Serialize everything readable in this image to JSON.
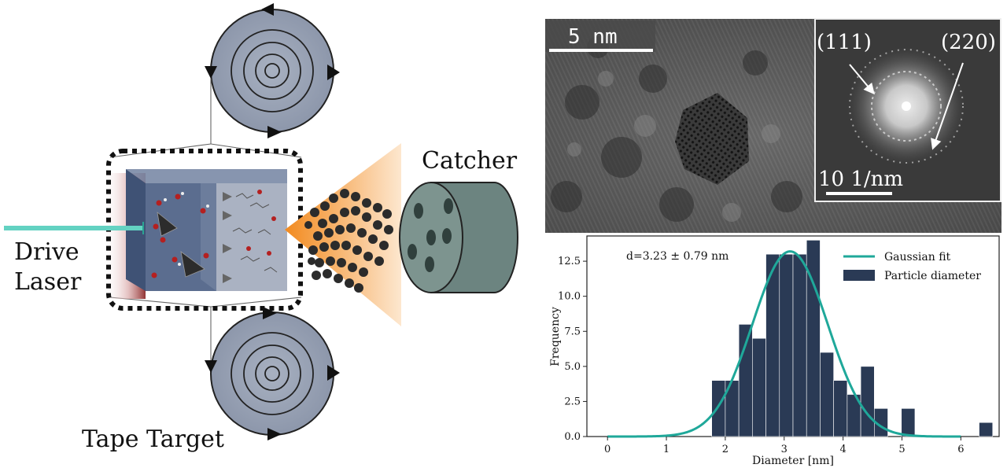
{
  "schematic": {
    "drive_laser_line1": "Drive",
    "drive_laser_line2": "Laser",
    "catcher_label": "Catcher",
    "tape_target_label": "Tape Target"
  },
  "tem": {
    "scale_bar_label": "5 nm",
    "fft_scale_label": "10 1/nm",
    "reflection_a": "(111)",
    "reflection_b": "(220)"
  },
  "chart_data": {
    "type": "bar",
    "xlabel": "Diameter [nm]",
    "ylabel": "Frequency",
    "xlim": [
      -0.35,
      6.65
    ],
    "ylim": [
      0,
      14.3
    ],
    "xticks": [
      "0",
      "1",
      "2",
      "3",
      "4",
      "5",
      "6"
    ],
    "yticks": [
      "0.0",
      "2.5",
      "5.0",
      "7.5",
      "10.0",
      "12.5"
    ],
    "annotation": "d=3.23 ± 0.79 nm",
    "legend_position": "top-right",
    "series": [
      {
        "name": "Particle diameter",
        "kind": "histogram",
        "color": "#2a3a55",
        "bins": [
          {
            "left": 1.77,
            "right": 2.0,
            "value": 4
          },
          {
            "left": 2.0,
            "right": 2.23,
            "value": 4
          },
          {
            "left": 2.23,
            "right": 2.46,
            "value": 8
          },
          {
            "left": 2.46,
            "right": 2.69,
            "value": 7
          },
          {
            "left": 2.69,
            "right": 2.92,
            "value": 13
          },
          {
            "left": 2.92,
            "right": 3.15,
            "value": 13
          },
          {
            "left": 3.15,
            "right": 3.38,
            "value": 13
          },
          {
            "left": 3.38,
            "right": 3.61,
            "value": 14
          },
          {
            "left": 3.61,
            "right": 3.84,
            "value": 6
          },
          {
            "left": 3.84,
            "right": 4.07,
            "value": 4
          },
          {
            "left": 4.07,
            "right": 4.3,
            "value": 3
          },
          {
            "left": 4.3,
            "right": 4.53,
            "value": 5
          },
          {
            "left": 4.53,
            "right": 4.76,
            "value": 2
          },
          {
            "left": 4.99,
            "right": 5.22,
            "value": 2
          },
          {
            "left": 6.31,
            "right": 6.54,
            "value": 1
          }
        ]
      },
      {
        "name": "Gaussian fit",
        "kind": "curve",
        "color": "#1fa89a",
        "amplitude": 13.2,
        "mean": 3.1,
        "sigma": 0.64,
        "x_range": [
          0,
          6
        ]
      }
    ]
  }
}
